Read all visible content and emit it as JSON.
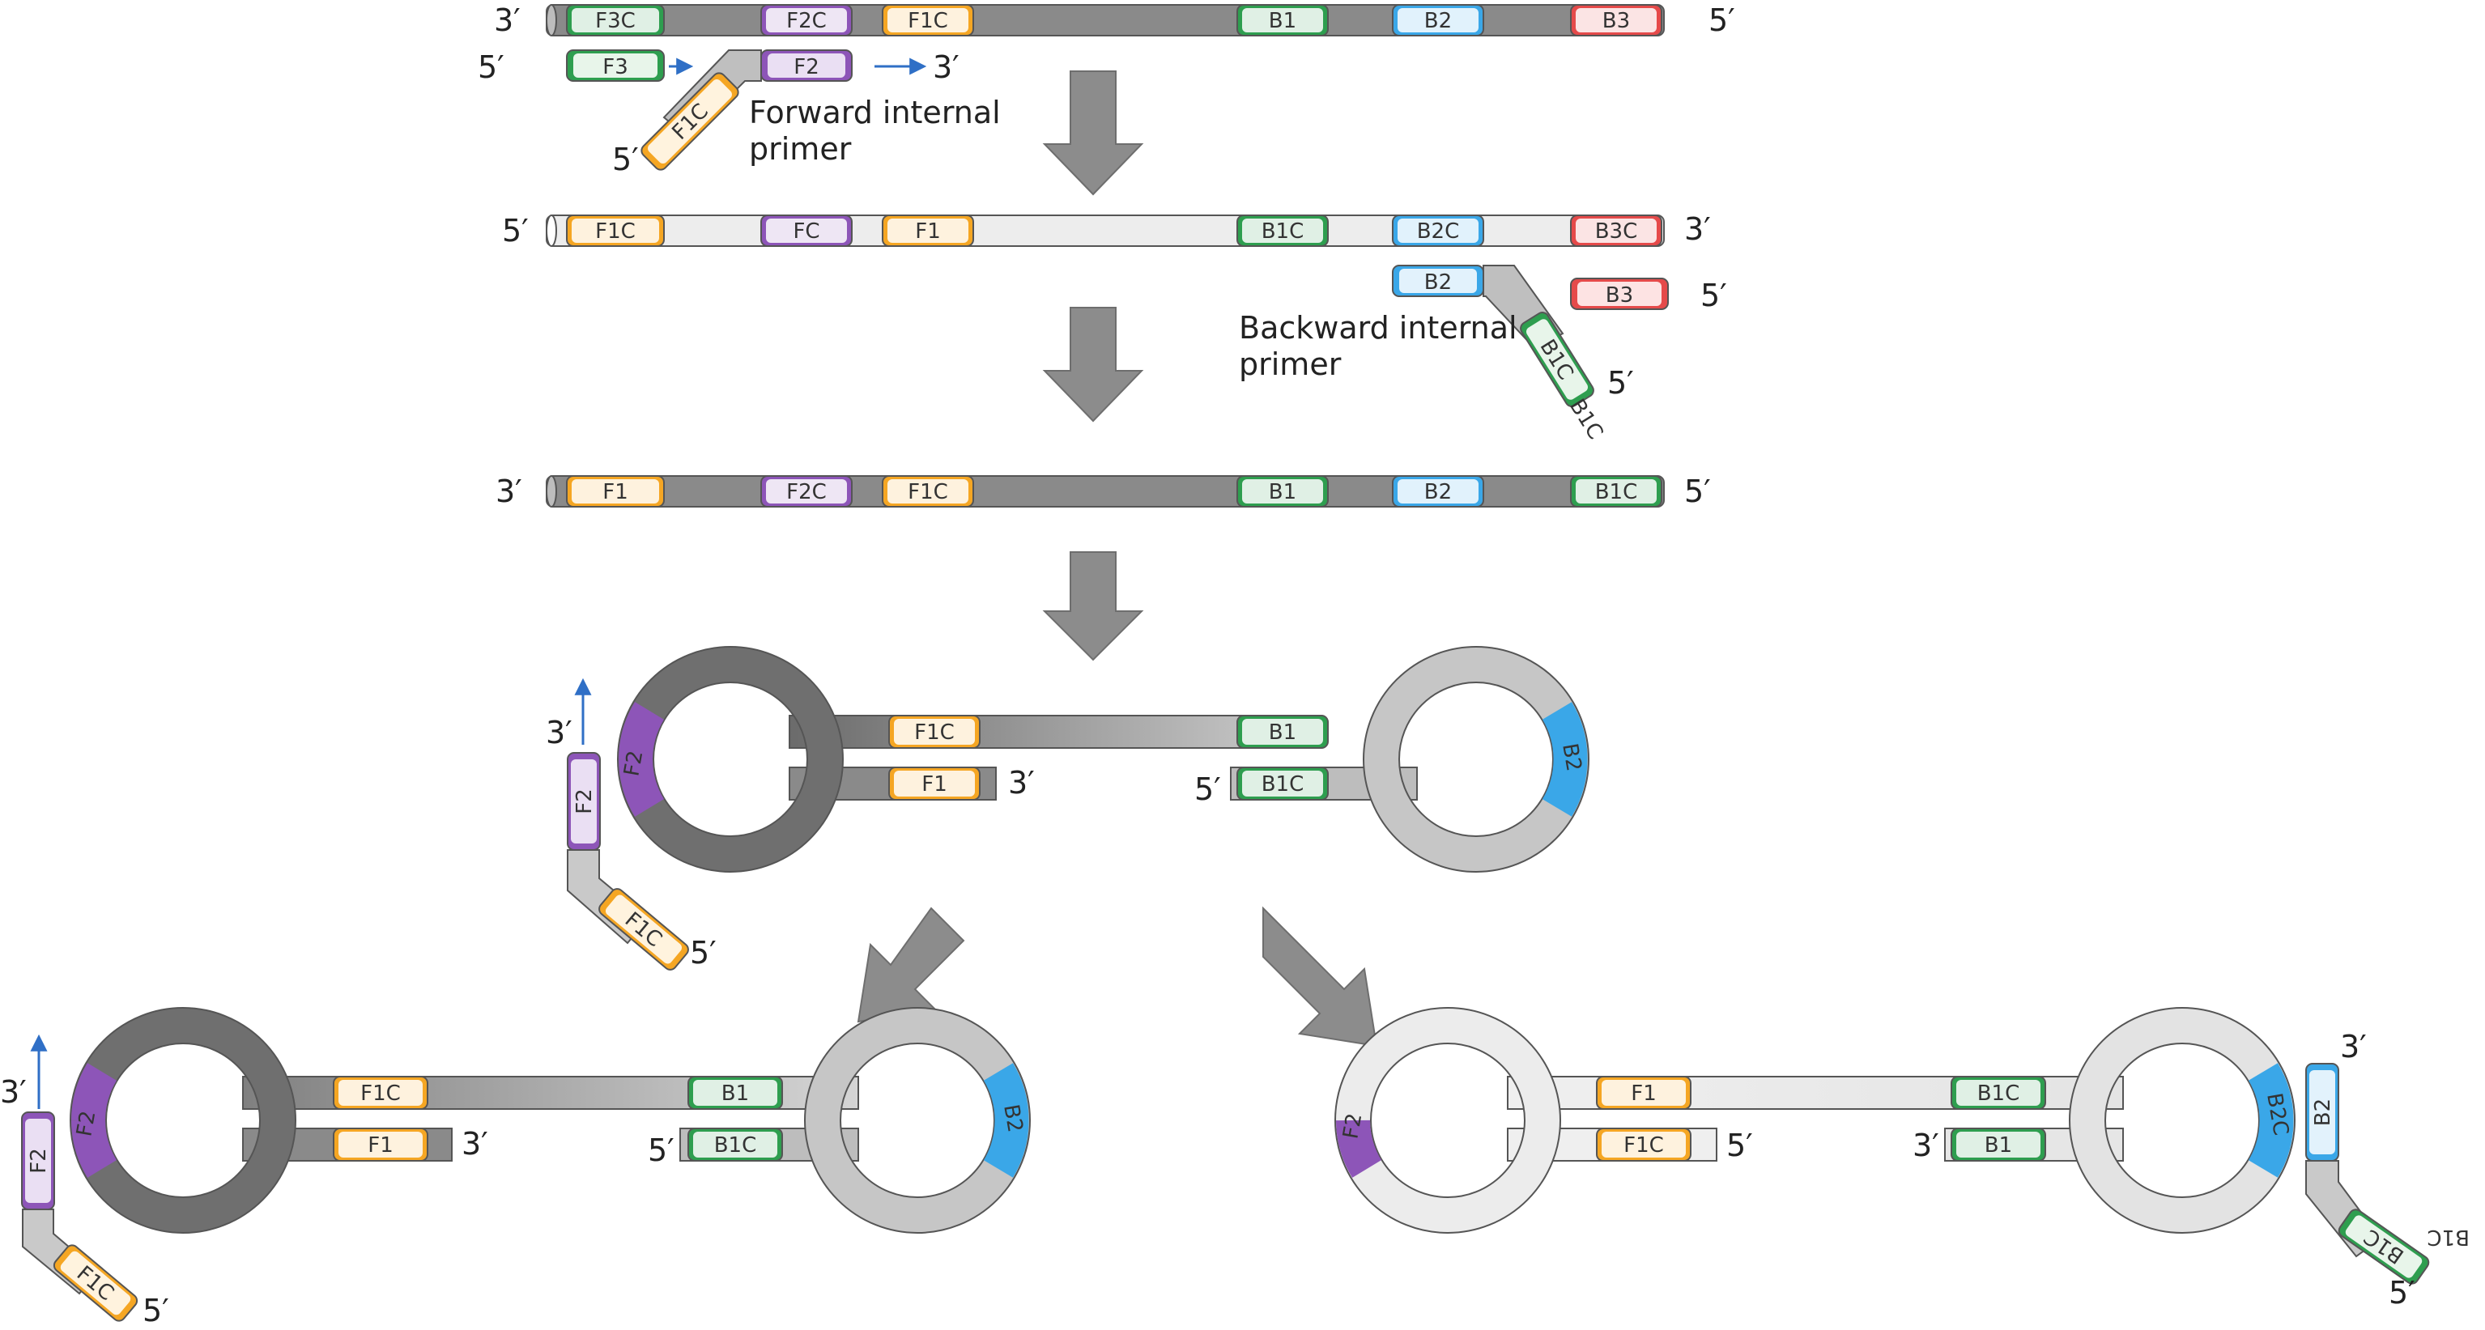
{
  "strands": {
    "s1": {
      "left_end": "3′",
      "right_end": "5′",
      "segments": [
        {
          "name": "F3C",
          "color": "#2e9e4f"
        },
        {
          "name": "F2C",
          "color": "#8d55b8"
        },
        {
          "name": "F1C",
          "color": "#f5a623"
        },
        {
          "name": "B1",
          "color": "#2e9e4f"
        },
        {
          "name": "B2",
          "color": "#3aa7e8"
        },
        {
          "name": "B3",
          "color": "#e54a4a"
        }
      ]
    },
    "s2": {
      "left_end": "5′",
      "right_end": "3′",
      "segments": [
        {
          "name": "F1C",
          "color": "#f5a623"
        },
        {
          "name": "FC",
          "color": "#8d55b8"
        },
        {
          "name": "F1",
          "color": "#f5a623"
        },
        {
          "name": "B1C",
          "color": "#2e9e4f"
        },
        {
          "name": "B2C",
          "color": "#3aa7e8"
        },
        {
          "name": "B3C",
          "color": "#e54a4a"
        }
      ]
    },
    "s3": {
      "left_end": "3′",
      "right_end": "5′",
      "segments": [
        {
          "name": "F1",
          "color": "#f5a623"
        },
        {
          "name": "F2C",
          "color": "#8d55b8"
        },
        {
          "name": "F1C",
          "color": "#f5a623"
        },
        {
          "name": "B1",
          "color": "#2e9e4f"
        },
        {
          "name": "B2",
          "color": "#3aa7e8"
        },
        {
          "name": "B1C",
          "color": "#2e9e4f"
        }
      ]
    }
  },
  "primers": {
    "f3": {
      "left_end": "5′",
      "label": "F3"
    },
    "fip": {
      "f2": "F2",
      "f1c": "F1C",
      "end_5": "5′",
      "end_3": "3′",
      "caption_1": "Forward internal",
      "caption_2": "primer"
    },
    "bip": {
      "b2": "B2",
      "b1c": "B1C",
      "end_5": "5′",
      "tail": "B1C",
      "caption_1": "Backward internal",
      "caption_2": "primer"
    },
    "b3": {
      "label": "B3",
      "right_end": "5′"
    }
  },
  "dumbbell_center": {
    "top_f1c": "F1C",
    "top_b1": "B1",
    "bot_f1": "F1",
    "bot_b1c": "B1C",
    "end_3": "3′",
    "end_5": "5′",
    "loop_left": "F2",
    "loop_right": "B2",
    "primer": {
      "top_end": "3′",
      "f2": "F2",
      "f1c": "F1C",
      "end_5": "5′"
    }
  },
  "dumbbell_left": {
    "top_f1c": "F1C",
    "top_b1": "B1",
    "bot_f1": "F1",
    "bot_b1c": "B1C",
    "end_3": "3′",
    "end_5": "5′",
    "loop_left": "F2",
    "loop_right": "B2",
    "primer": {
      "top_end": "3′",
      "f2": "F2",
      "f1c": "F1C",
      "end_5": "5′"
    }
  },
  "dumbbell_right": {
    "top_f1": "F1",
    "top_b1c": "B1C",
    "bot_f1c": "F1C",
    "bot_b1": "B1",
    "end_5": "5′",
    "end_3": "3′",
    "loop_left": "F2",
    "loop_right": "B2C",
    "primer": {
      "top_end": "3′",
      "b2": "B2",
      "b1c": "B1C",
      "tail": "B1C",
      "end_5": "5′"
    }
  },
  "colors": {
    "dark_strand": "#8a8a8a",
    "light_strand": "#ededed",
    "stroke": "#555555",
    "f_green": "#2e9e4f",
    "f2_purple": "#8d55b8",
    "f1_orange": "#f5a623",
    "b2_blue": "#3aa7e8",
    "b3_red": "#e54a4a",
    "arrow_blue": "#2f6fc6",
    "step_arrow": "#8c8c8c"
  }
}
